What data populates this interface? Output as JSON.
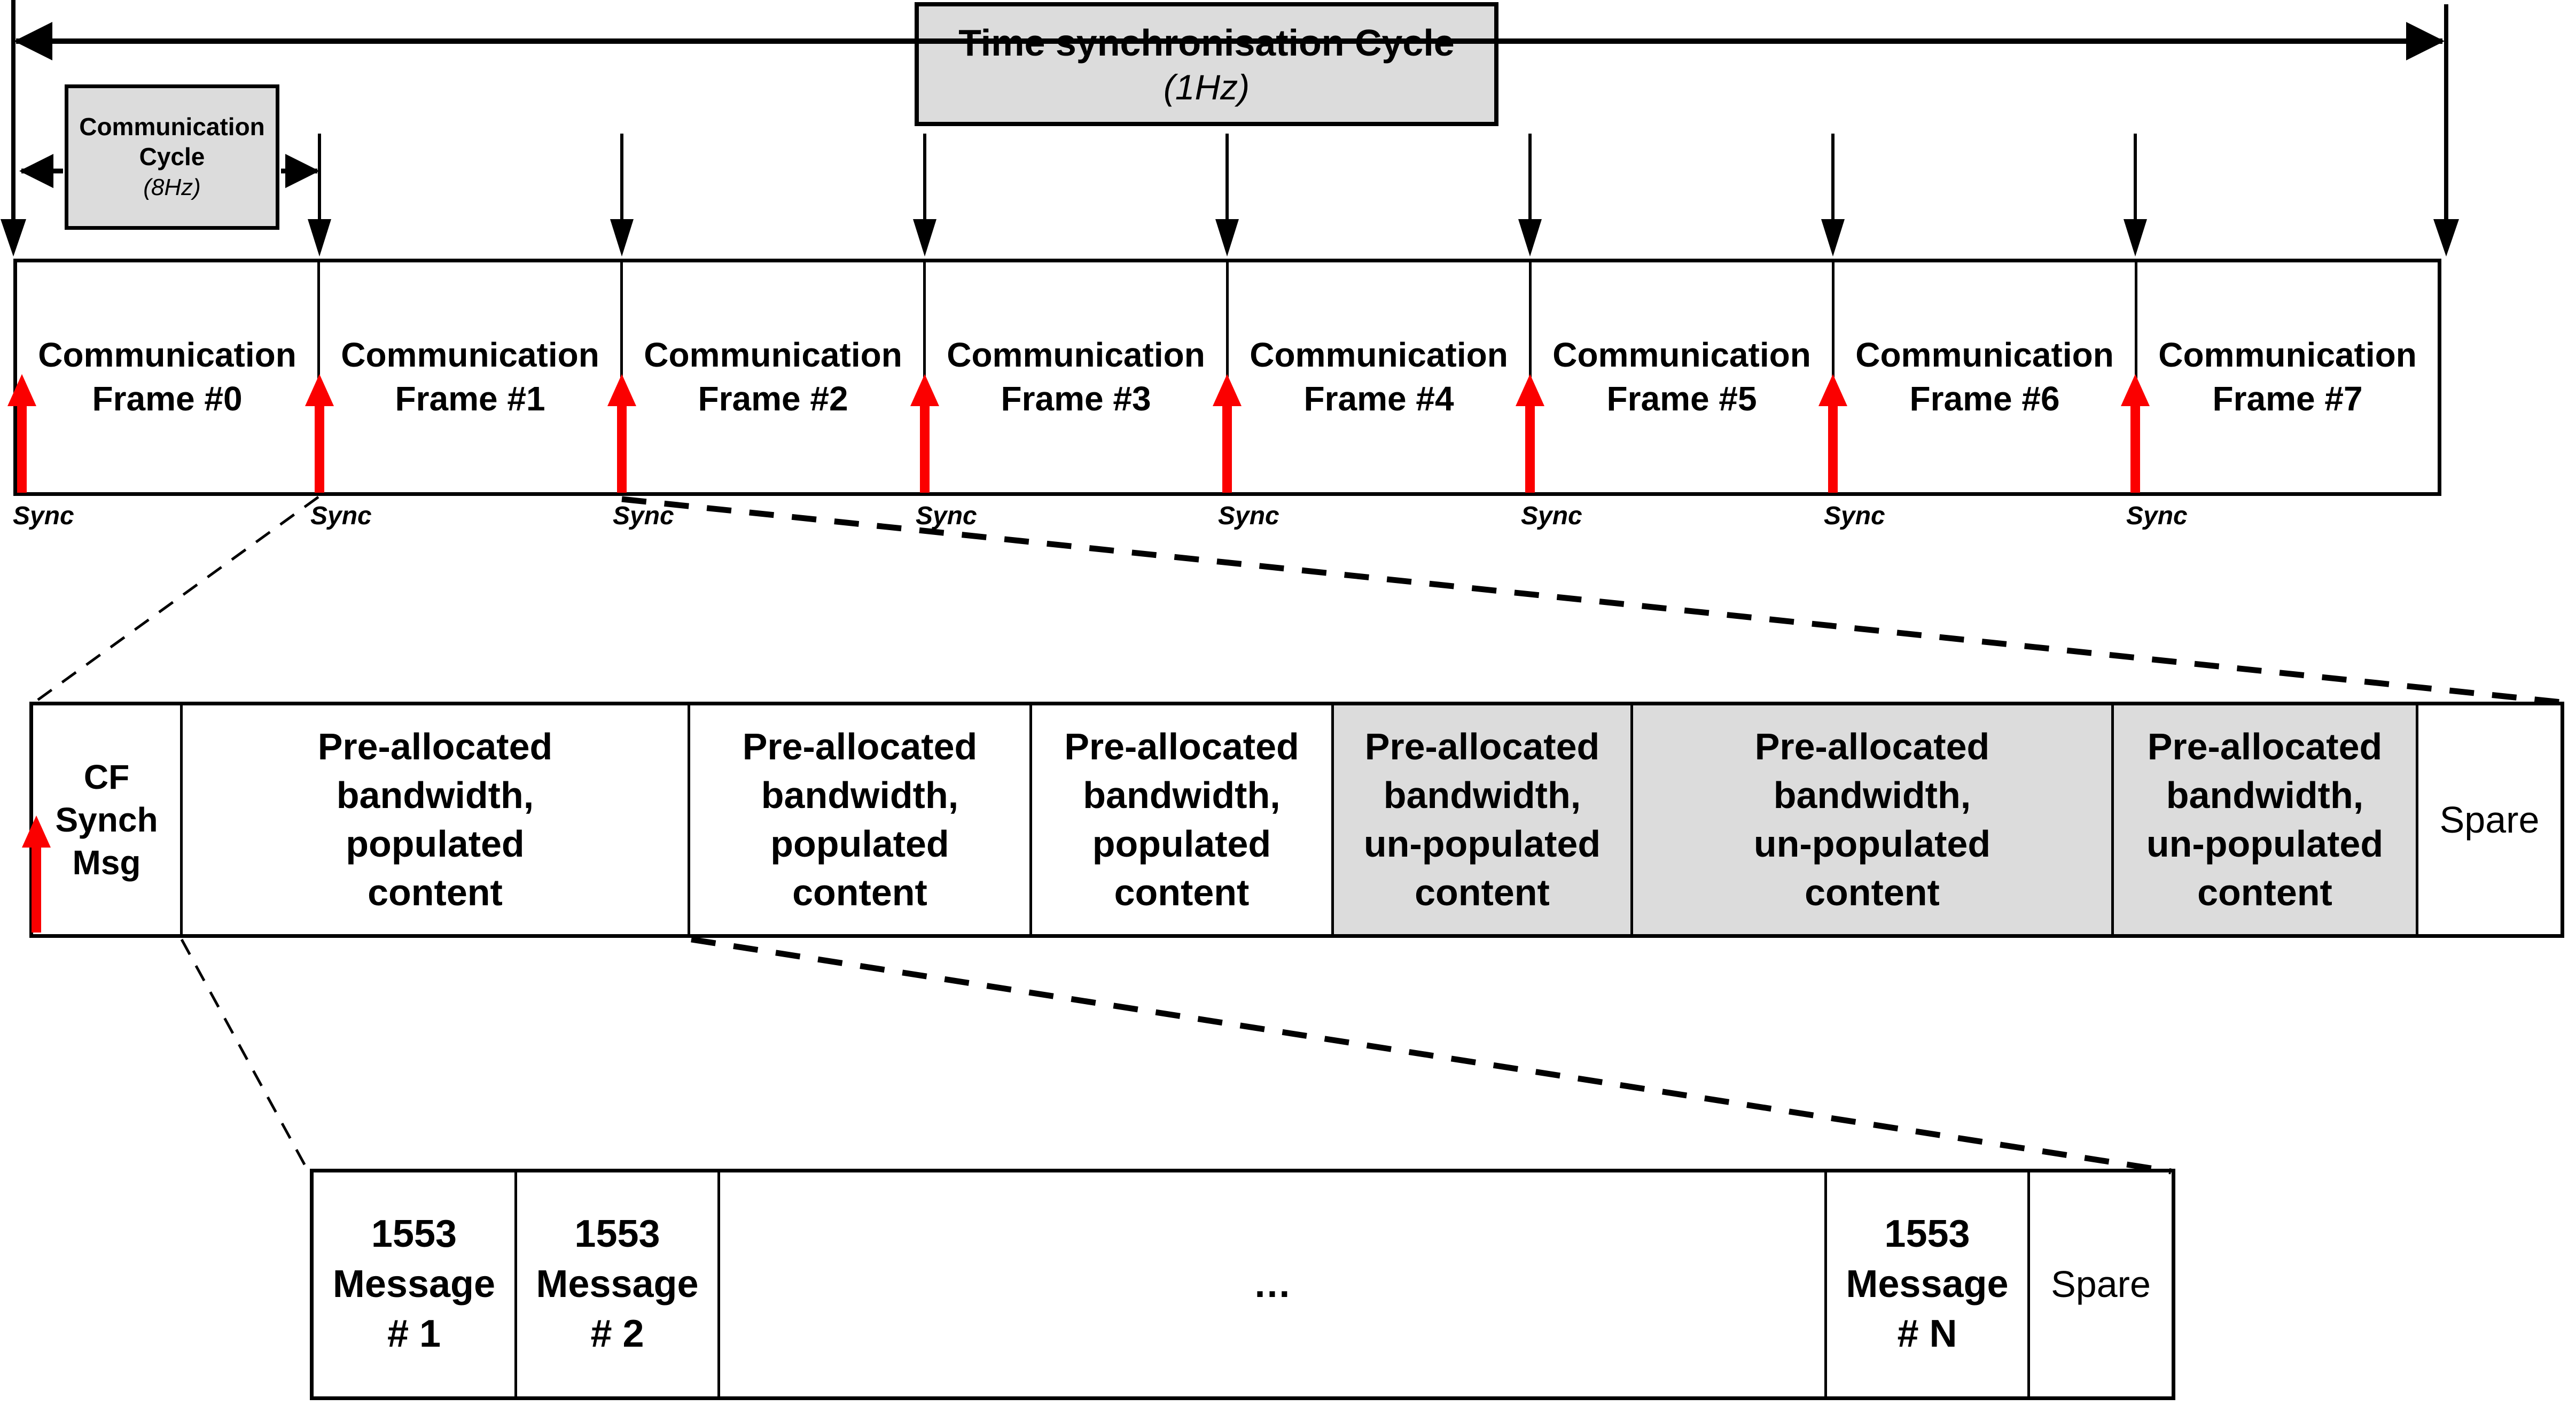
{
  "time_sync_box": {
    "title": "Time synchronisation Cycle",
    "freq": "(1Hz)"
  },
  "comm_cycle_box": {
    "title": "Communication Cycle",
    "freq": "(8Hz)"
  },
  "sync_label": "Sync",
  "frames": [
    {
      "label": "Communication\nFrame #0"
    },
    {
      "label": "Communication\nFrame #1"
    },
    {
      "label": "Communication\nFrame #2"
    },
    {
      "label": "Communication\nFrame #3"
    },
    {
      "label": "Communication\nFrame #4"
    },
    {
      "label": "Communication\nFrame #5"
    },
    {
      "label": "Communication\nFrame #6"
    },
    {
      "label": "Communication\nFrame #7"
    }
  ],
  "middle_row": {
    "cells": [
      {
        "label": "CF\nSynch\nMsg",
        "shaded": false
      },
      {
        "label": "Pre-allocated\nbandwidth,\npopulated\ncontent",
        "shaded": false
      },
      {
        "label": "Pre-allocated\nbandwidth,\npopulated\ncontent",
        "shaded": false
      },
      {
        "label": "Pre-allocated\nbandwidth,\npopulated\ncontent",
        "shaded": false
      },
      {
        "label": "Pre-allocated\nbandwidth,\nun-populated\ncontent",
        "shaded": true
      },
      {
        "label": "Pre-allocated\nbandwidth,\nun-populated\ncontent",
        "shaded": true
      },
      {
        "label": "Pre-allocated\nbandwidth,\nun-populated\ncontent",
        "shaded": true
      },
      {
        "label": "Spare",
        "shaded": false
      }
    ]
  },
  "bottom_row": {
    "cells": [
      {
        "label": "1553\nMessage\n# 1"
      },
      {
        "label": "1553\nMessage\n# 2"
      },
      {
        "label": "…"
      },
      {
        "label": "1553\nMessage\n# N"
      },
      {
        "label": "Spare"
      }
    ]
  },
  "colors": {
    "box_fill": "#dcdcdc",
    "line": "#000000",
    "sync_arrow": "#fb0000"
  }
}
